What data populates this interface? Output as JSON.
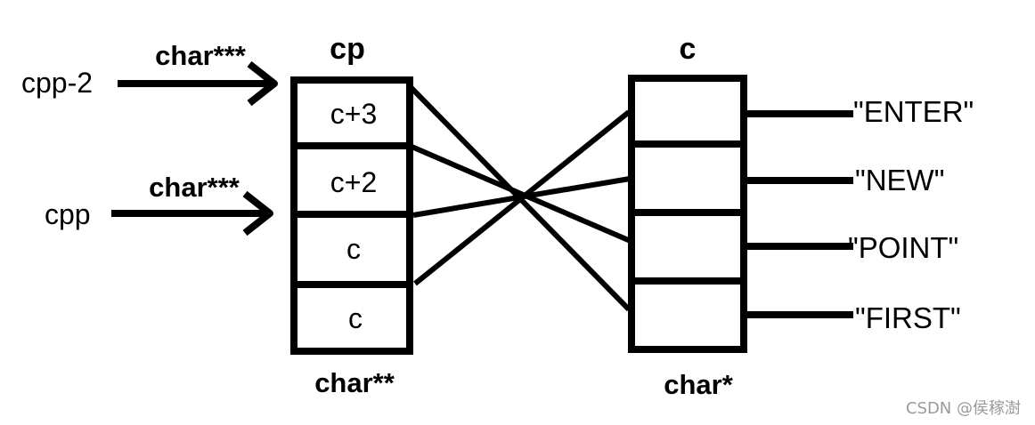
{
  "colors": {
    "ink": "#000000",
    "background": "#ffffff",
    "watermark": "#9a9a9a"
  },
  "cp_array": {
    "title": "cp",
    "type": "char**",
    "cells": [
      "c+3",
      "c+2",
      "c",
      "c"
    ]
  },
  "c_array": {
    "title": "c",
    "type": "char*",
    "cells": [
      "",
      "",
      "",
      ""
    ]
  },
  "strings": [
    "\"ENTER\"",
    "\"NEW\"",
    "\"POINT\"",
    "\"FIRST\""
  ],
  "pointers": [
    {
      "name": "cpp-2",
      "type": "char***"
    },
    {
      "name": "cpp",
      "type": "char***"
    }
  ],
  "watermark": "CSDN @侯稼澍"
}
